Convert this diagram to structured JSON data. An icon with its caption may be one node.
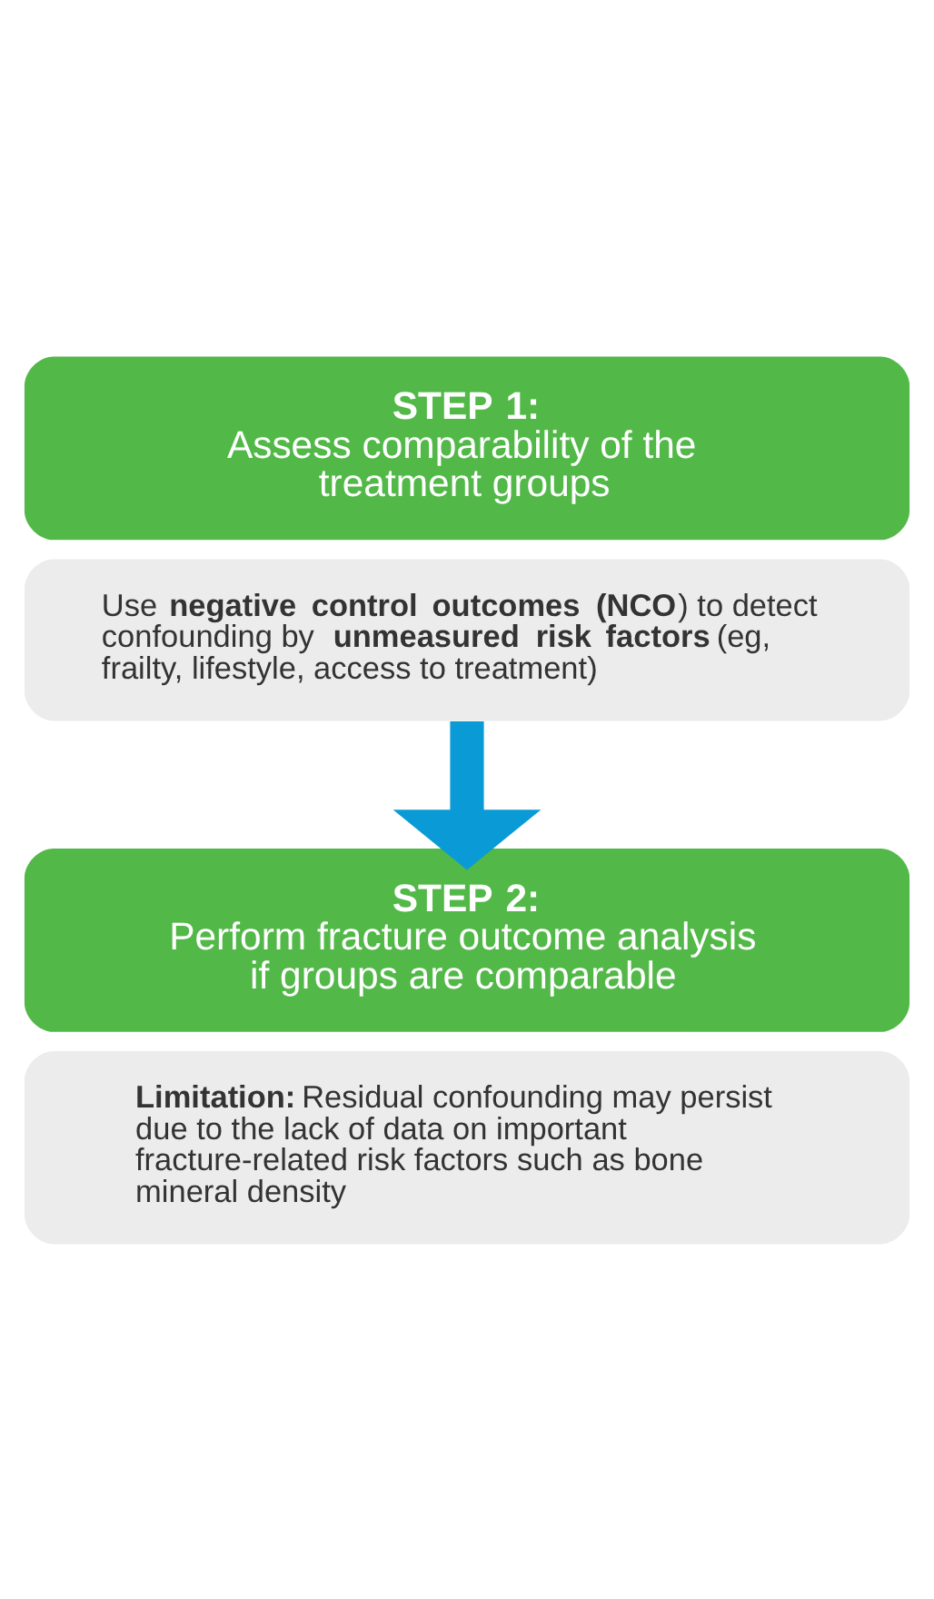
{
  "diagram": {
    "nodes": [
      {
        "text": [
          "STEP 1:",
          "Assess comparability of the treatment groups"
        ]
      },
      {
        "text": [
          "Use **negative control outcomes (NCO**) to detect confounding by **unmeasured risk factors** (eg, frailty, lifestyle, access to treatment)"
        ]
      },
      {
        "text": [
          "STEP 2:",
          "Perform fracture outcome analysis if groups are comparable"
        ]
      },
      {
        "text": [
          "**Limitation:** Residual confounding may persist due to the lack of data on important fracture-related risk factors such as bone mineral density"
        ]
      }
    ],
    "edges": [
      {
        "from": 1,
        "to": 2,
        "arrow": "to"
      }
    ]
  }
}
